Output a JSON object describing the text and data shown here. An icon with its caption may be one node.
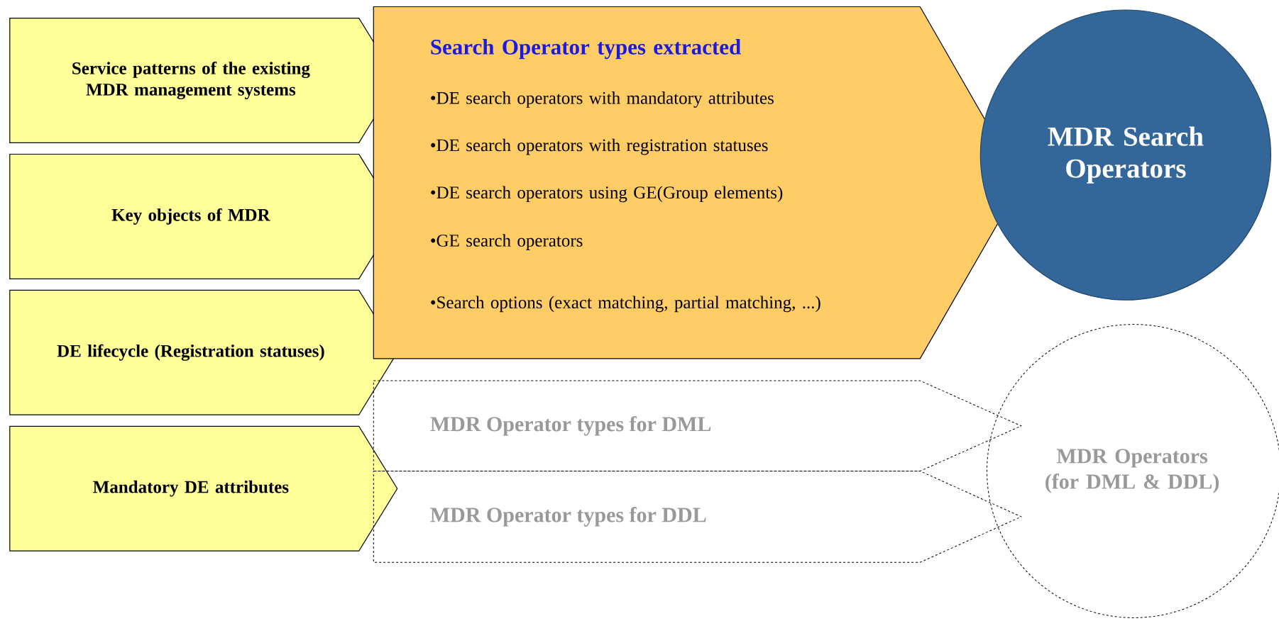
{
  "diagram": {
    "nodes": [
      {
        "text": [
          "Service patterns of the existing MDR management systems"
        ]
      },
      {
        "text": [
          "Key objects of MDR"
        ]
      },
      {
        "text": [
          "DE lifecycle (Registration statuses)"
        ]
      },
      {
        "text": [
          "Mandatory DE attributes"
        ]
      },
      {
        "text": [
          "Search Operator types extracted",
          "•DE search operators with mandatory attributes",
          "•DE search operators with registration statuses",
          "•DE search operators using GE(Group elements)",
          "•GE search operators",
          "•Search options (exact matching, partial matching, ...)"
        ]
      },
      {
        "text": [
          "MDR Search Operators"
        ]
      },
      {
        "text": [
          "MDR Operator types for DML"
        ]
      },
      {
        "text": [
          "MDR Operator types for DDL"
        ]
      },
      {
        "text": [
          "MDR Operators (for DML & DDL)"
        ]
      }
    ]
  }
}
